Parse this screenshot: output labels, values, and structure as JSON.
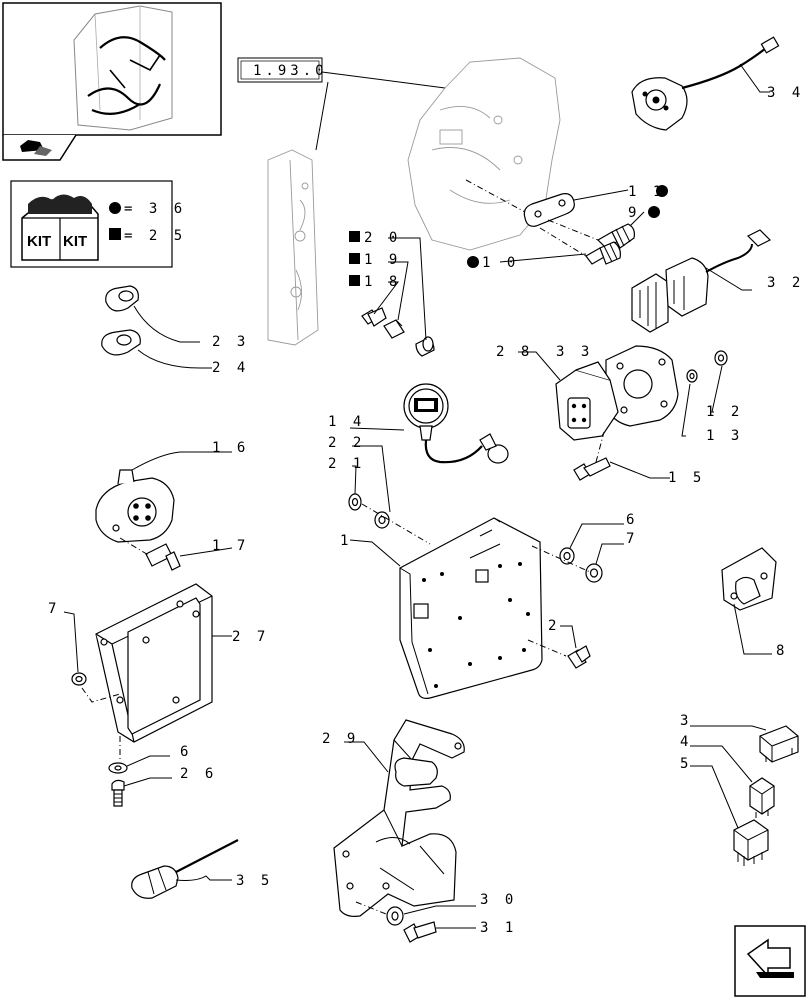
{
  "reference_code": "1.93.0",
  "kit_box": {
    "kit_label": "KIT",
    "entries": [
      {
        "symbol": "circle",
        "text": "= 3 6"
      },
      {
        "symbol": "square",
        "text": "= 2 5"
      }
    ]
  },
  "callouts": {
    "c1": "1",
    "c2": "2",
    "c3": "3",
    "c4": "4",
    "c5": "5",
    "c6a": "6",
    "c6b": "6",
    "c7a": "7",
    "c7b": "7",
    "c8": "8",
    "c9": "9",
    "c10": "1 0",
    "c11": "1 1",
    "c12": "1 2",
    "c13": "1 3",
    "c14": "1 4",
    "c15": "1 5",
    "c16": "1 6",
    "c17": "1 7",
    "c18": "1 8",
    "c19": "1 9",
    "c20": "2 0",
    "c21": "2 1",
    "c22": "2 2",
    "c23": "2 3",
    "c24": "2 4",
    "c26": "2 6",
    "c27": "2 7",
    "c28": "2 8",
    "c29": "2 9",
    "c30": "3 0",
    "c31": "3 1",
    "c32": "3 2",
    "c33": "3 3",
    "c34": "3 4",
    "c35": "3 5"
  }
}
